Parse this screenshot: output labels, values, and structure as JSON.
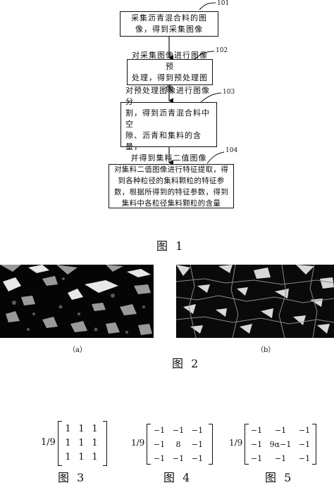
{
  "flowchart": {
    "steps": [
      {
        "ref": "101",
        "line1": "采集沥青混合料的图",
        "line2": "像，得到采集图像",
        "line3": ""
      },
      {
        "ref": "102",
        "line1": "对采集图像进行图像预",
        "line2": "处理，得到预处理图像",
        "line3": ""
      },
      {
        "ref": "103",
        "line1": "对预处理图像进行图像分",
        "line2": "割，得到沥青混合料中空",
        "line3": "隙、沥青和集料的含量，",
        "line4": "并得到集料二值图像"
      },
      {
        "ref": "104",
        "line1": "对集料二值图像进行特征提取，得",
        "line2": "到各种粒径的集料颗粒的特征参",
        "line3": "数，根据所得到的特征参数，得到",
        "line4": "集料中各粒径集料颗粒的含量"
      }
    ],
    "caption": "图 1"
  },
  "figure2": {
    "sub_a": "（a）",
    "sub_b": "（b）",
    "caption": "图 2"
  },
  "figure3": {
    "prefix": "1/9",
    "cells": [
      "1",
      "1",
      "1",
      "1",
      "1",
      "1",
      "1",
      "1",
      "1"
    ],
    "caption": "图 3"
  },
  "figure4": {
    "prefix": "1/9",
    "cells": [
      "−1",
      "−1",
      "−1",
      "−1",
      "8",
      "−1",
      "−1",
      "−1",
      "−1"
    ],
    "caption": "图 4"
  },
  "figure5": {
    "prefix": "1/9",
    "cells": [
      "−1",
      "−1",
      "−1",
      "−1",
      "9α−1",
      "−1",
      "−1",
      "−1",
      "−1"
    ],
    "caption": "图 5"
  }
}
